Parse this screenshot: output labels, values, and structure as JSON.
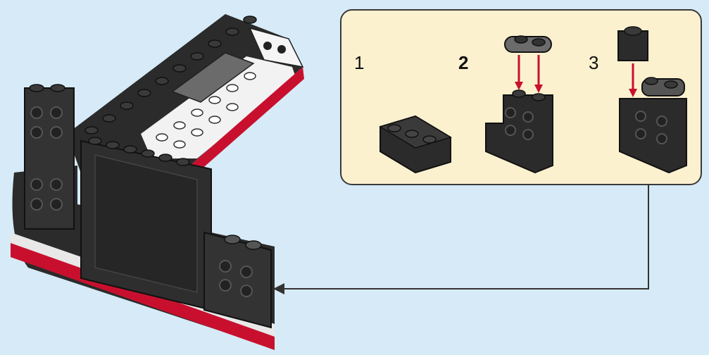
{
  "colors": {
    "background": "#d6ebf7",
    "callout_fill": "#fbf1cf",
    "callout_border": "#3a3a3a",
    "brick_dark": "#2b2b2b",
    "brick_mid": "#3a3a3a",
    "brick_light": "#555555",
    "plate_grey": "#6b6b6b",
    "accent_red": "#c8102e",
    "stud_white": "#f2f2f2",
    "arrow": "#c8102e",
    "leader_line": "#333333"
  },
  "callout": {
    "substeps": [
      {
        "number": "1",
        "current": false,
        "parts": [
          "1x3-brick-icon"
        ]
      },
      {
        "number": "2",
        "current": true,
        "parts": [
          "1x2-plate-icon",
          "corner-brick-icon"
        ]
      },
      {
        "number": "3",
        "current": false,
        "parts": [
          "1x1-brick-icon",
          "corner-brick-icon"
        ]
      }
    ]
  }
}
